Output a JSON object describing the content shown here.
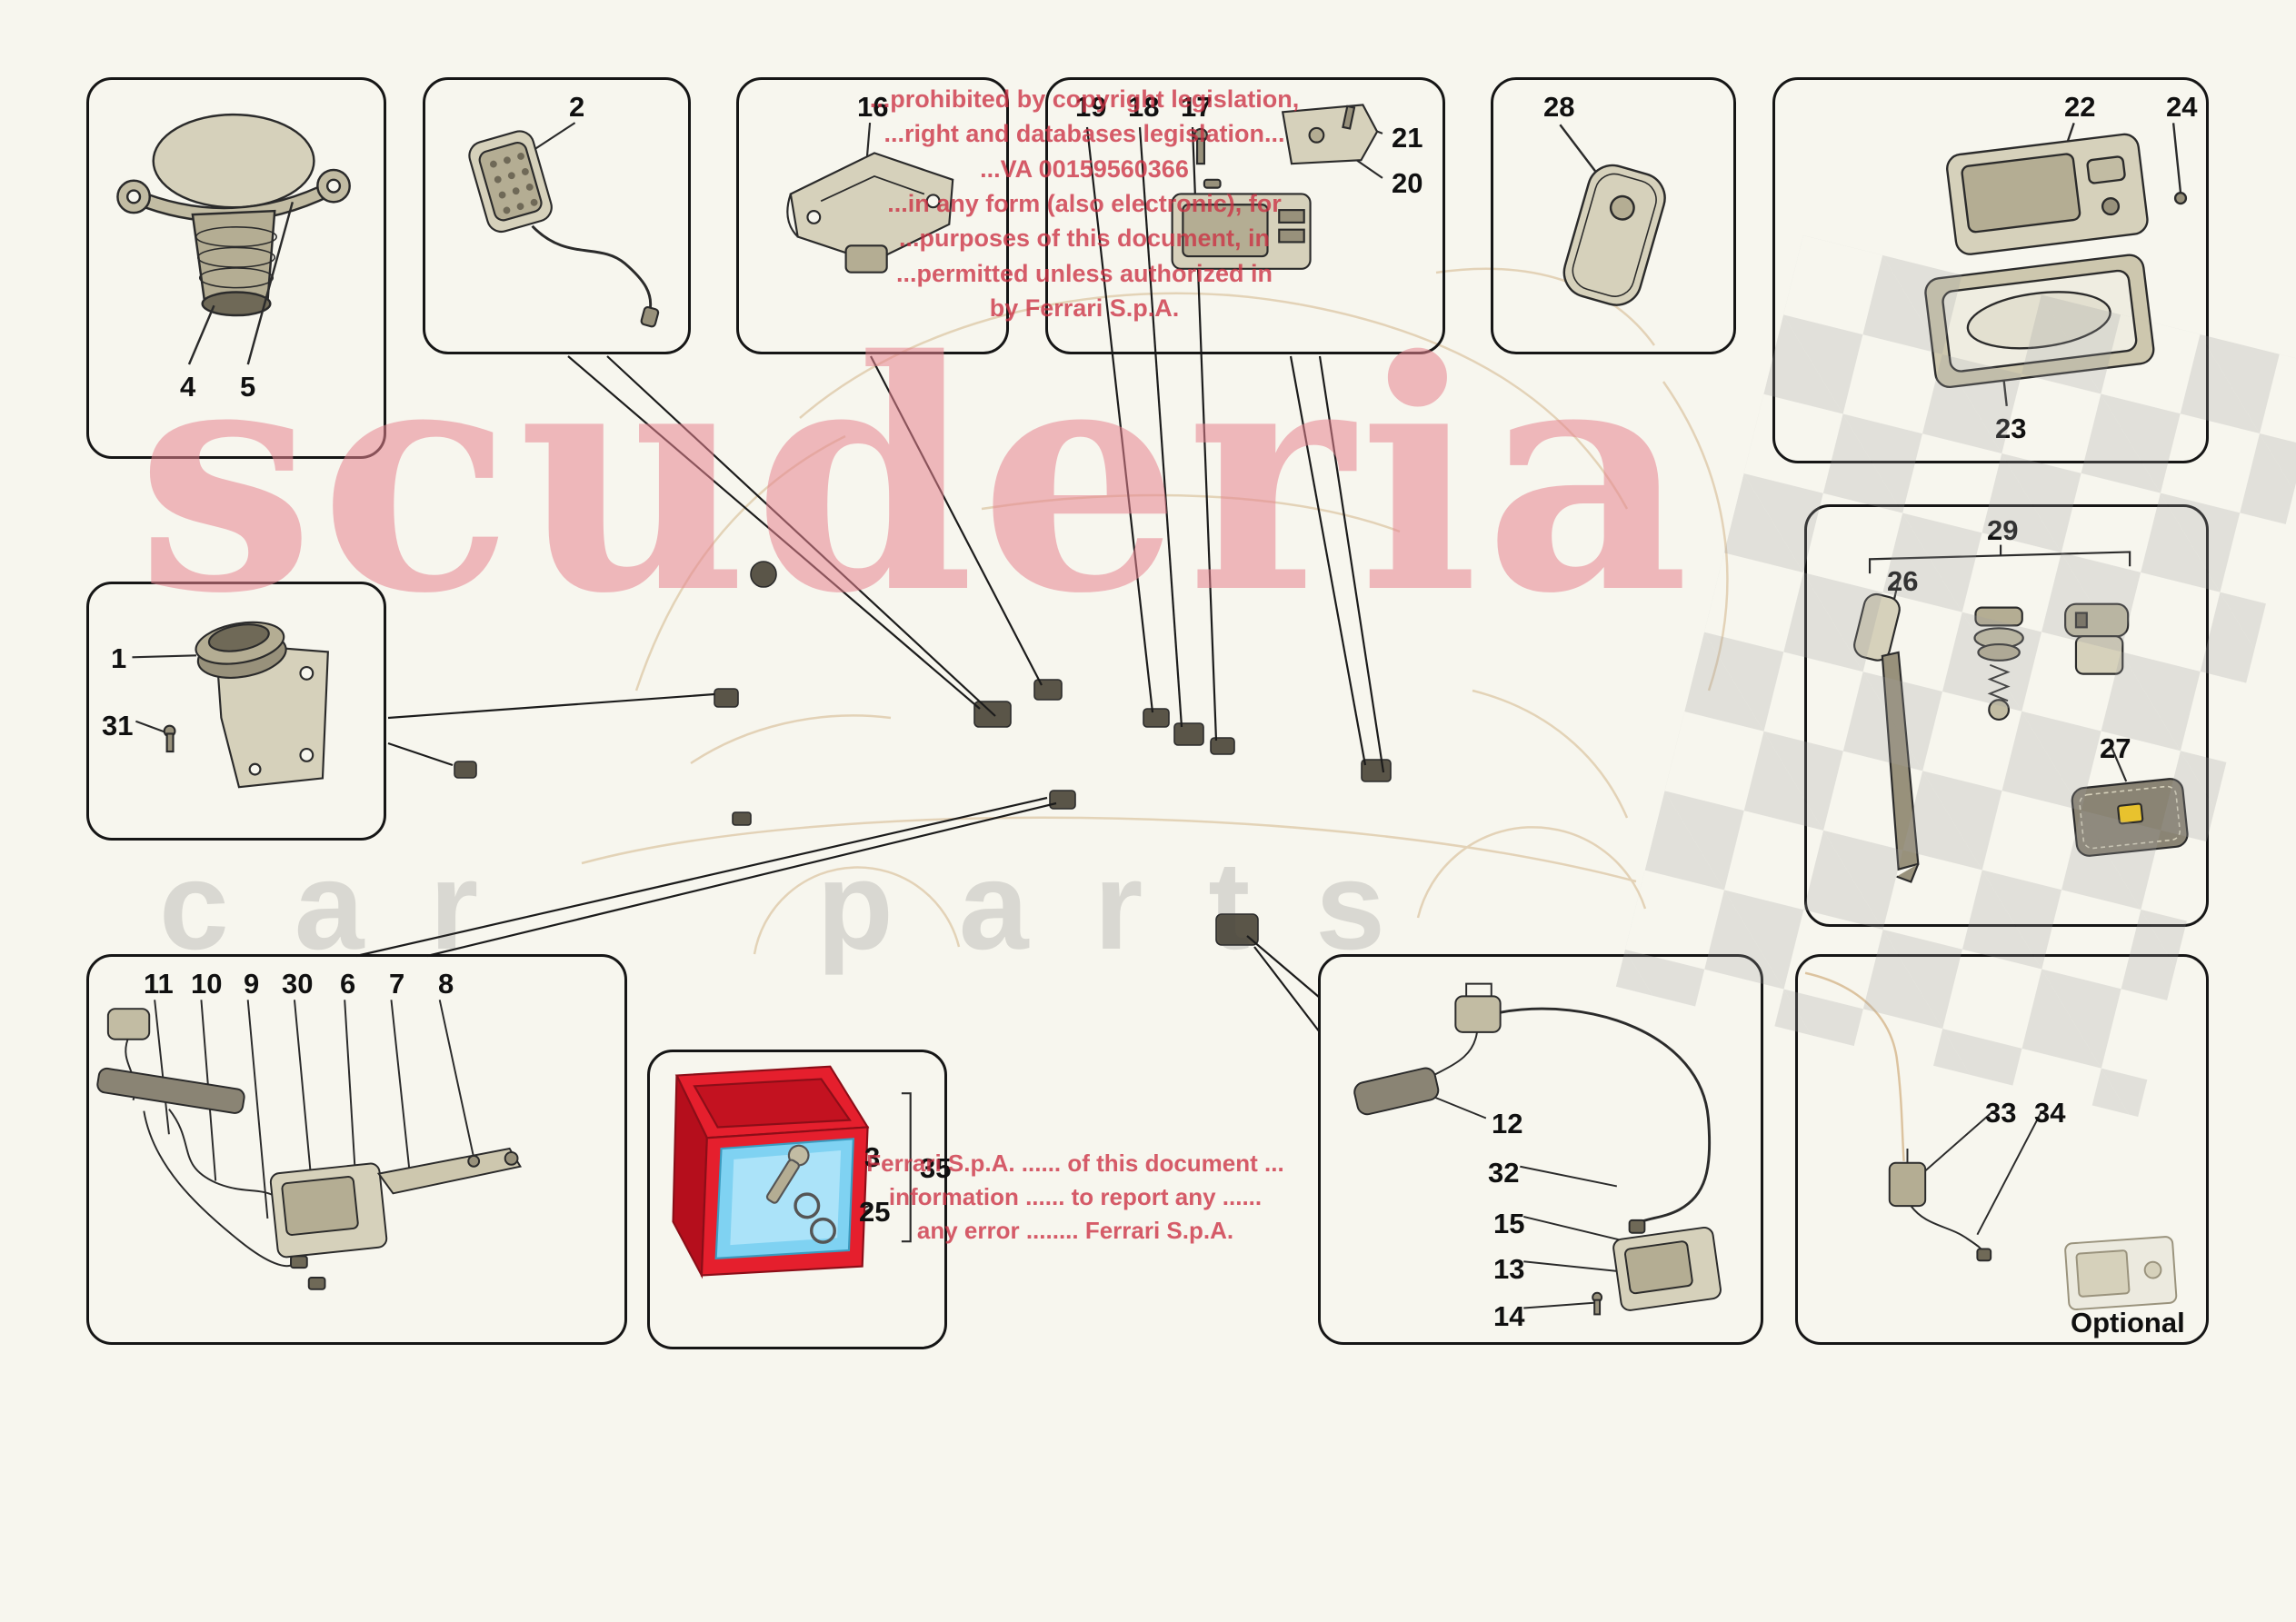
{
  "watermark": {
    "brand": "scuderia",
    "sub": "car parts"
  },
  "copyright": {
    "top_lines": [
      "...prohibited by copyright legislation,",
      "...right and databases legislation...",
      "...VA 00159560366",
      "...in any form (also electronic), for",
      "...purposes of this document, in",
      "...permitted unless authorized in",
      "by Ferrari S.p.A."
    ],
    "bottom_lines": [
      "Ferrari S.p.A. ...... of this document ...",
      "information ...... to report any ......",
      "any error ........ Ferrari S.p.A."
    ]
  },
  "boxes": {
    "siren": {
      "callouts": [
        "4",
        "5"
      ]
    },
    "sensor": {
      "callouts": [
        "2"
      ]
    },
    "bracket": {
      "callouts": [
        "16"
      ]
    },
    "ecu": {
      "callouts": [
        "19",
        "18",
        "17",
        "21",
        "20"
      ]
    },
    "keyfob": {
      "callouts": [
        "28"
      ]
    },
    "cardkey": {
      "callouts": [
        "22",
        "24",
        "23"
      ]
    },
    "tilt": {
      "callouts": [
        "1",
        "31"
      ]
    },
    "locks": {
      "callouts": [
        "29",
        "26",
        "27"
      ]
    },
    "antenna": {
      "callouts": [
        "11",
        "10",
        "9",
        "30",
        "6",
        "7",
        "8"
      ]
    },
    "giftbox": {
      "callouts": [
        "3",
        "25",
        "35"
      ]
    },
    "harness": {
      "callouts": [
        "12",
        "32",
        "15",
        "13",
        "14"
      ]
    },
    "optional": {
      "callouts": [
        "33",
        "34"
      ],
      "label": "Optional"
    }
  }
}
